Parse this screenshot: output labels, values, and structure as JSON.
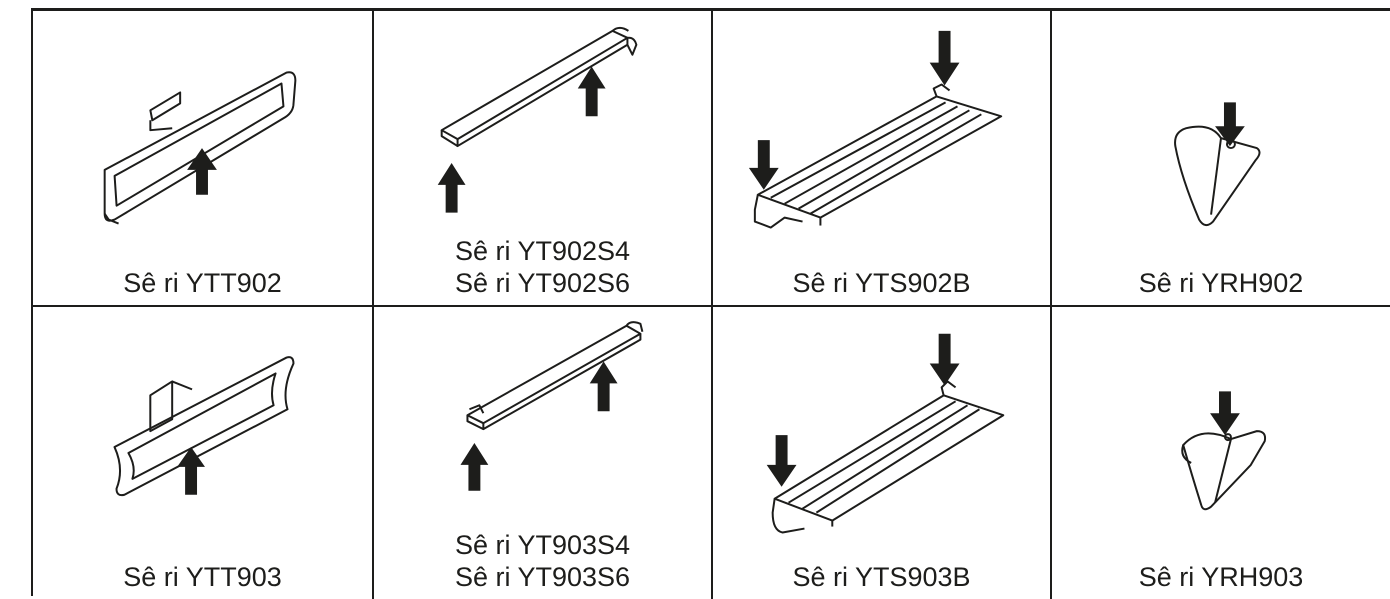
{
  "rows": [
    [
      {
        "lines": [
          "Sê ri YTT902"
        ],
        "icon": "towel-ring-rectangular-icon"
      },
      {
        "lines": [
          "Sê ri YT902S4",
          "Sê ri YT902S6"
        ],
        "icon": "towel-bar-icon"
      },
      {
        "lines": [
          "Sê ri YTS902B"
        ],
        "icon": "towel-shelf-icon"
      },
      {
        "lines": [
          "Sê ri YRH902"
        ],
        "icon": "robe-hook-icon"
      }
    ],
    [
      {
        "lines": [
          "Sê ri YTT903"
        ],
        "icon": "towel-ring-curved-icon"
      },
      {
        "lines": [
          "Sê ri YT903S4",
          "Sê ri YT903S6"
        ],
        "icon": "towel-bar-icon"
      },
      {
        "lines": [
          "Sê ri YTS903B"
        ],
        "icon": "towel-shelf-icon"
      },
      {
        "lines": [
          "Sê ri YRH903"
        ],
        "icon": "robe-hook-icon"
      }
    ]
  ],
  "colors": {
    "line": "#1d1d1b",
    "background": "#ffffff"
  }
}
